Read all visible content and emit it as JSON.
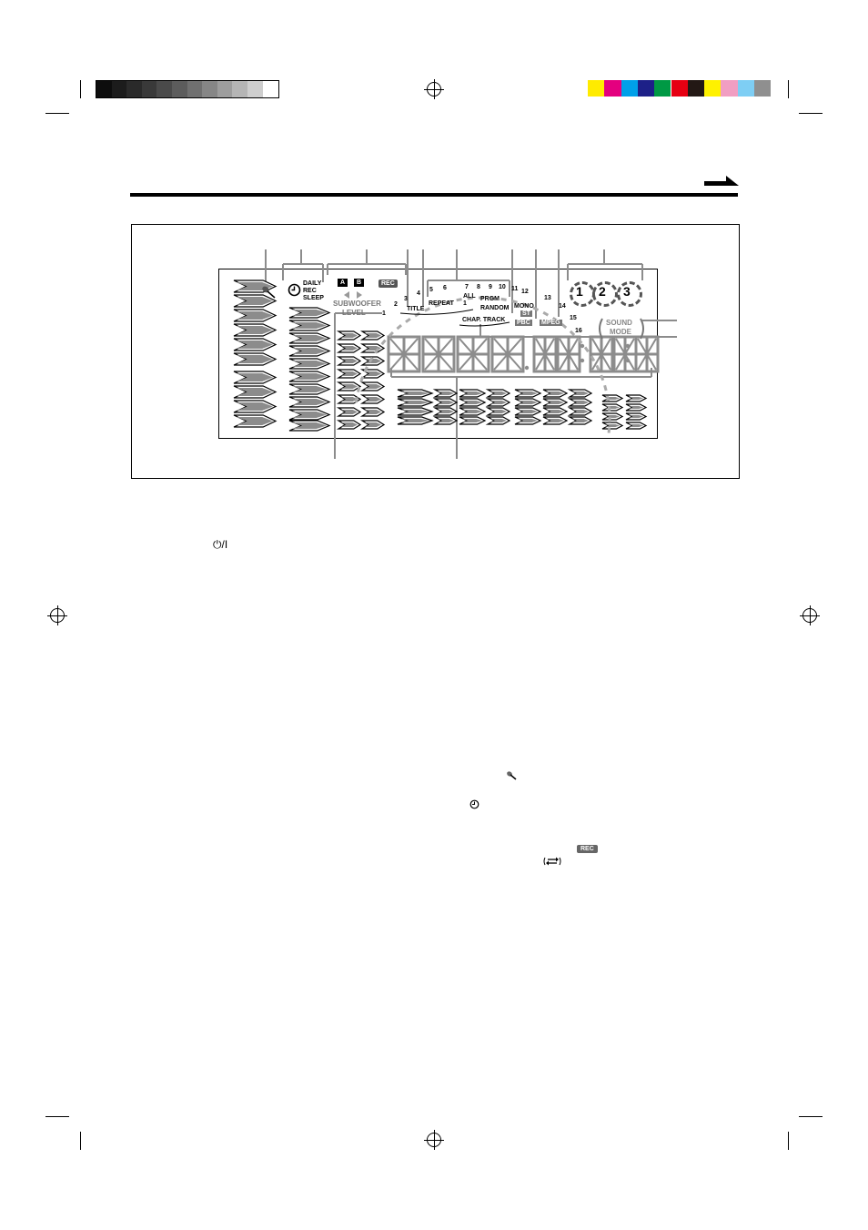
{
  "palette": {
    "grays": [
      "#0d0d0d",
      "#1c1c1c",
      "#2a2a2a",
      "#393939",
      "#4a4a4a",
      "#5c5c5c",
      "#707070",
      "#868686",
      "#9d9d9d",
      "#b5b5b5",
      "#cecece",
      "#ffffff"
    ],
    "colors": [
      "#ffeb00",
      "#e4007f",
      "#00a0e9",
      "#1d2088",
      "#009944",
      "#e60012",
      "#231815",
      "#fff100",
      "#f19ec2",
      "#7ecef4",
      "#8f8f8f"
    ],
    "lcd_gray": "#8c8c8c"
  },
  "continue_arrow_icon": "arrow-right-icon",
  "display": {
    "timer_labels": [
      "DAILY",
      "REC",
      "SLEEP"
    ],
    "deck_a": "A",
    "deck_b": "B",
    "rec_badge": "REC",
    "repeat": "REPEAT",
    "title": "TITLE",
    "all": "ALL",
    "one": "1",
    "prgm": "PRGM",
    "random": "RANDOM",
    "mono": "MONO",
    "st": "ST",
    "pbc": "PBC",
    "mpeg": "MPEG",
    "chap_track": "CHAP. TRACK",
    "subwoofer": "SUBWOOFER",
    "level": "LEVEL",
    "level_num": "1",
    "sound": "SOUND",
    "mode": "MODE",
    "discs": [
      "1",
      "2",
      "3"
    ],
    "track_numbers": [
      "2",
      "3",
      "4",
      "5",
      "6",
      "7",
      "8",
      "9",
      "10",
      "11",
      "12",
      "13",
      "14",
      "15",
      "16"
    ]
  },
  "body_symbols": {
    "standby_icon": "⏻/I",
    "mic_icon": "microphone-icon",
    "timer_icon": "clock-icon",
    "rec_badge": "REC",
    "repeat_icon": "repeat-icon"
  }
}
